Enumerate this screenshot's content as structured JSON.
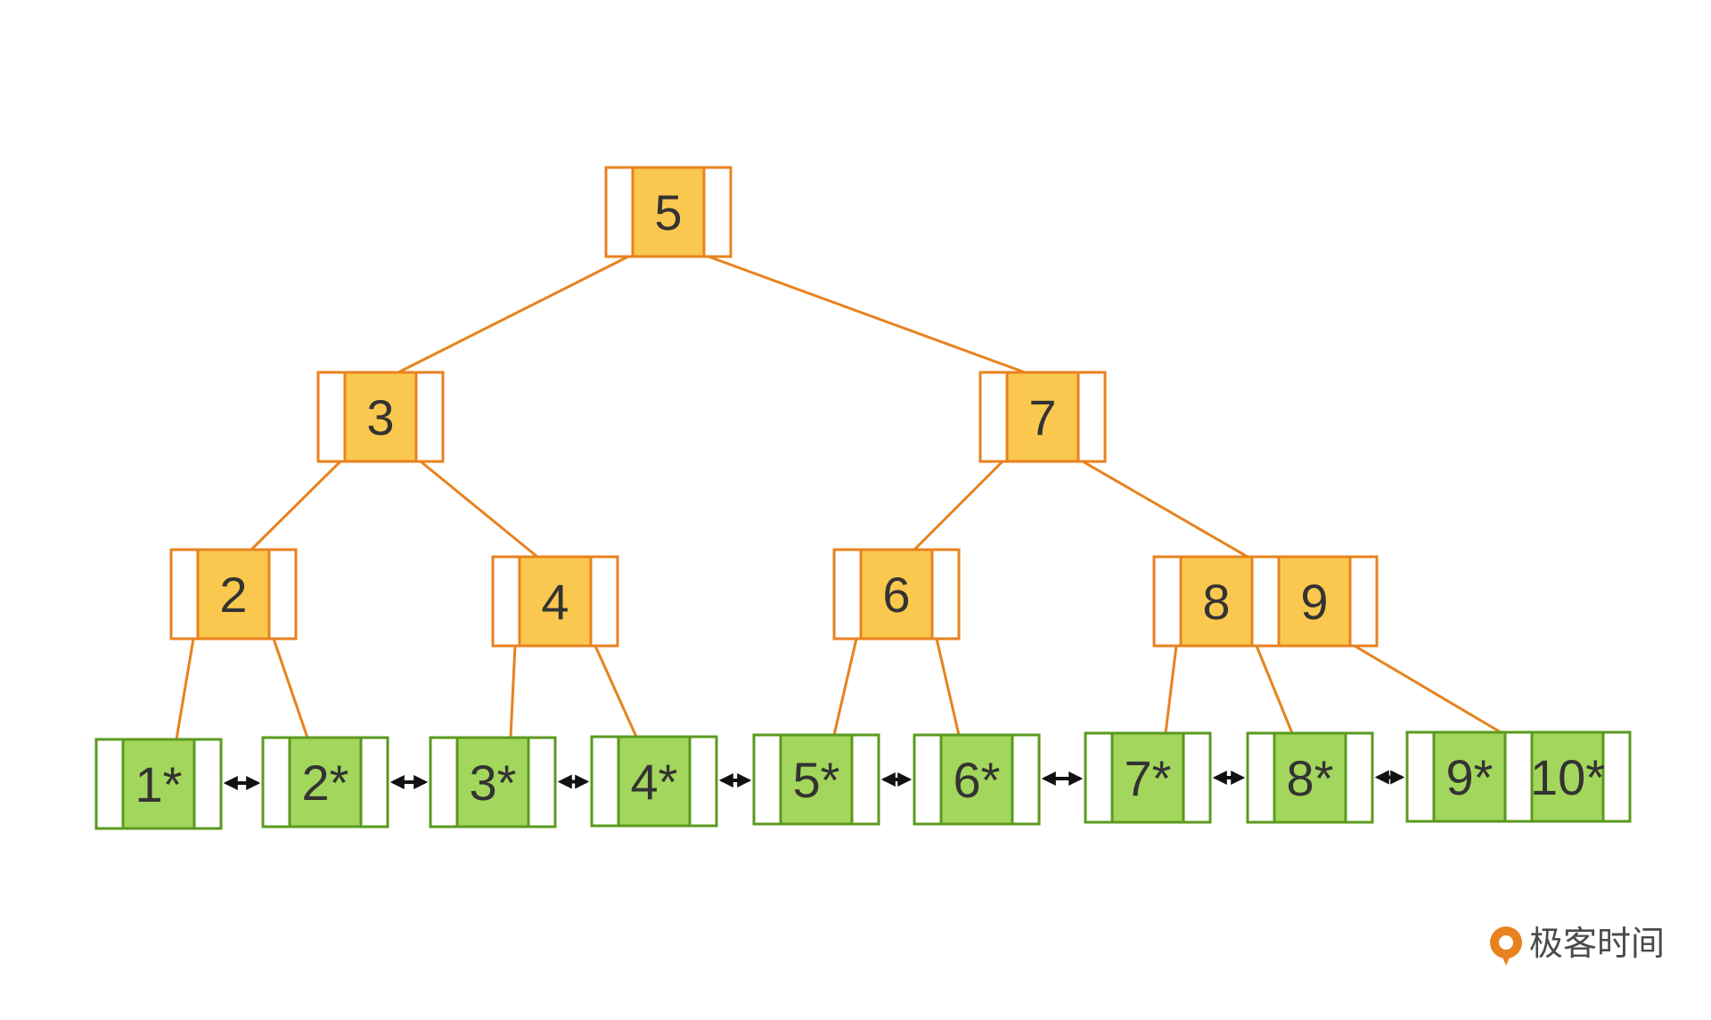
{
  "tree": {
    "root": {
      "keys": [
        "5"
      ]
    },
    "level2": [
      {
        "keys": [
          "3"
        ]
      },
      {
        "keys": [
          "7"
        ]
      }
    ],
    "level3": [
      {
        "keys": [
          "2"
        ]
      },
      {
        "keys": [
          "4"
        ]
      },
      {
        "keys": [
          "6"
        ]
      },
      {
        "keys": [
          "8",
          "9"
        ]
      }
    ],
    "leaves": [
      {
        "keys": [
          "1*"
        ]
      },
      {
        "keys": [
          "2*"
        ]
      },
      {
        "keys": [
          "3*"
        ]
      },
      {
        "keys": [
          "4*"
        ]
      },
      {
        "keys": [
          "5*"
        ]
      },
      {
        "keys": [
          "6*"
        ]
      },
      {
        "keys": [
          "7*"
        ]
      },
      {
        "keys": [
          "8*"
        ]
      },
      {
        "keys": [
          "9*",
          "10*"
        ]
      }
    ]
  },
  "colors": {
    "internal_border": "#e8821e",
    "internal_fill": "#fac84e",
    "leaf_border": "#5a9a1e",
    "leaf_fill": "#a3d65c",
    "edge": "#e8821e",
    "leaf_link": "#111111",
    "brand_icon": "#e8821e"
  },
  "brand": {
    "icon": "geektime-logo-icon",
    "text": "极客时间"
  }
}
